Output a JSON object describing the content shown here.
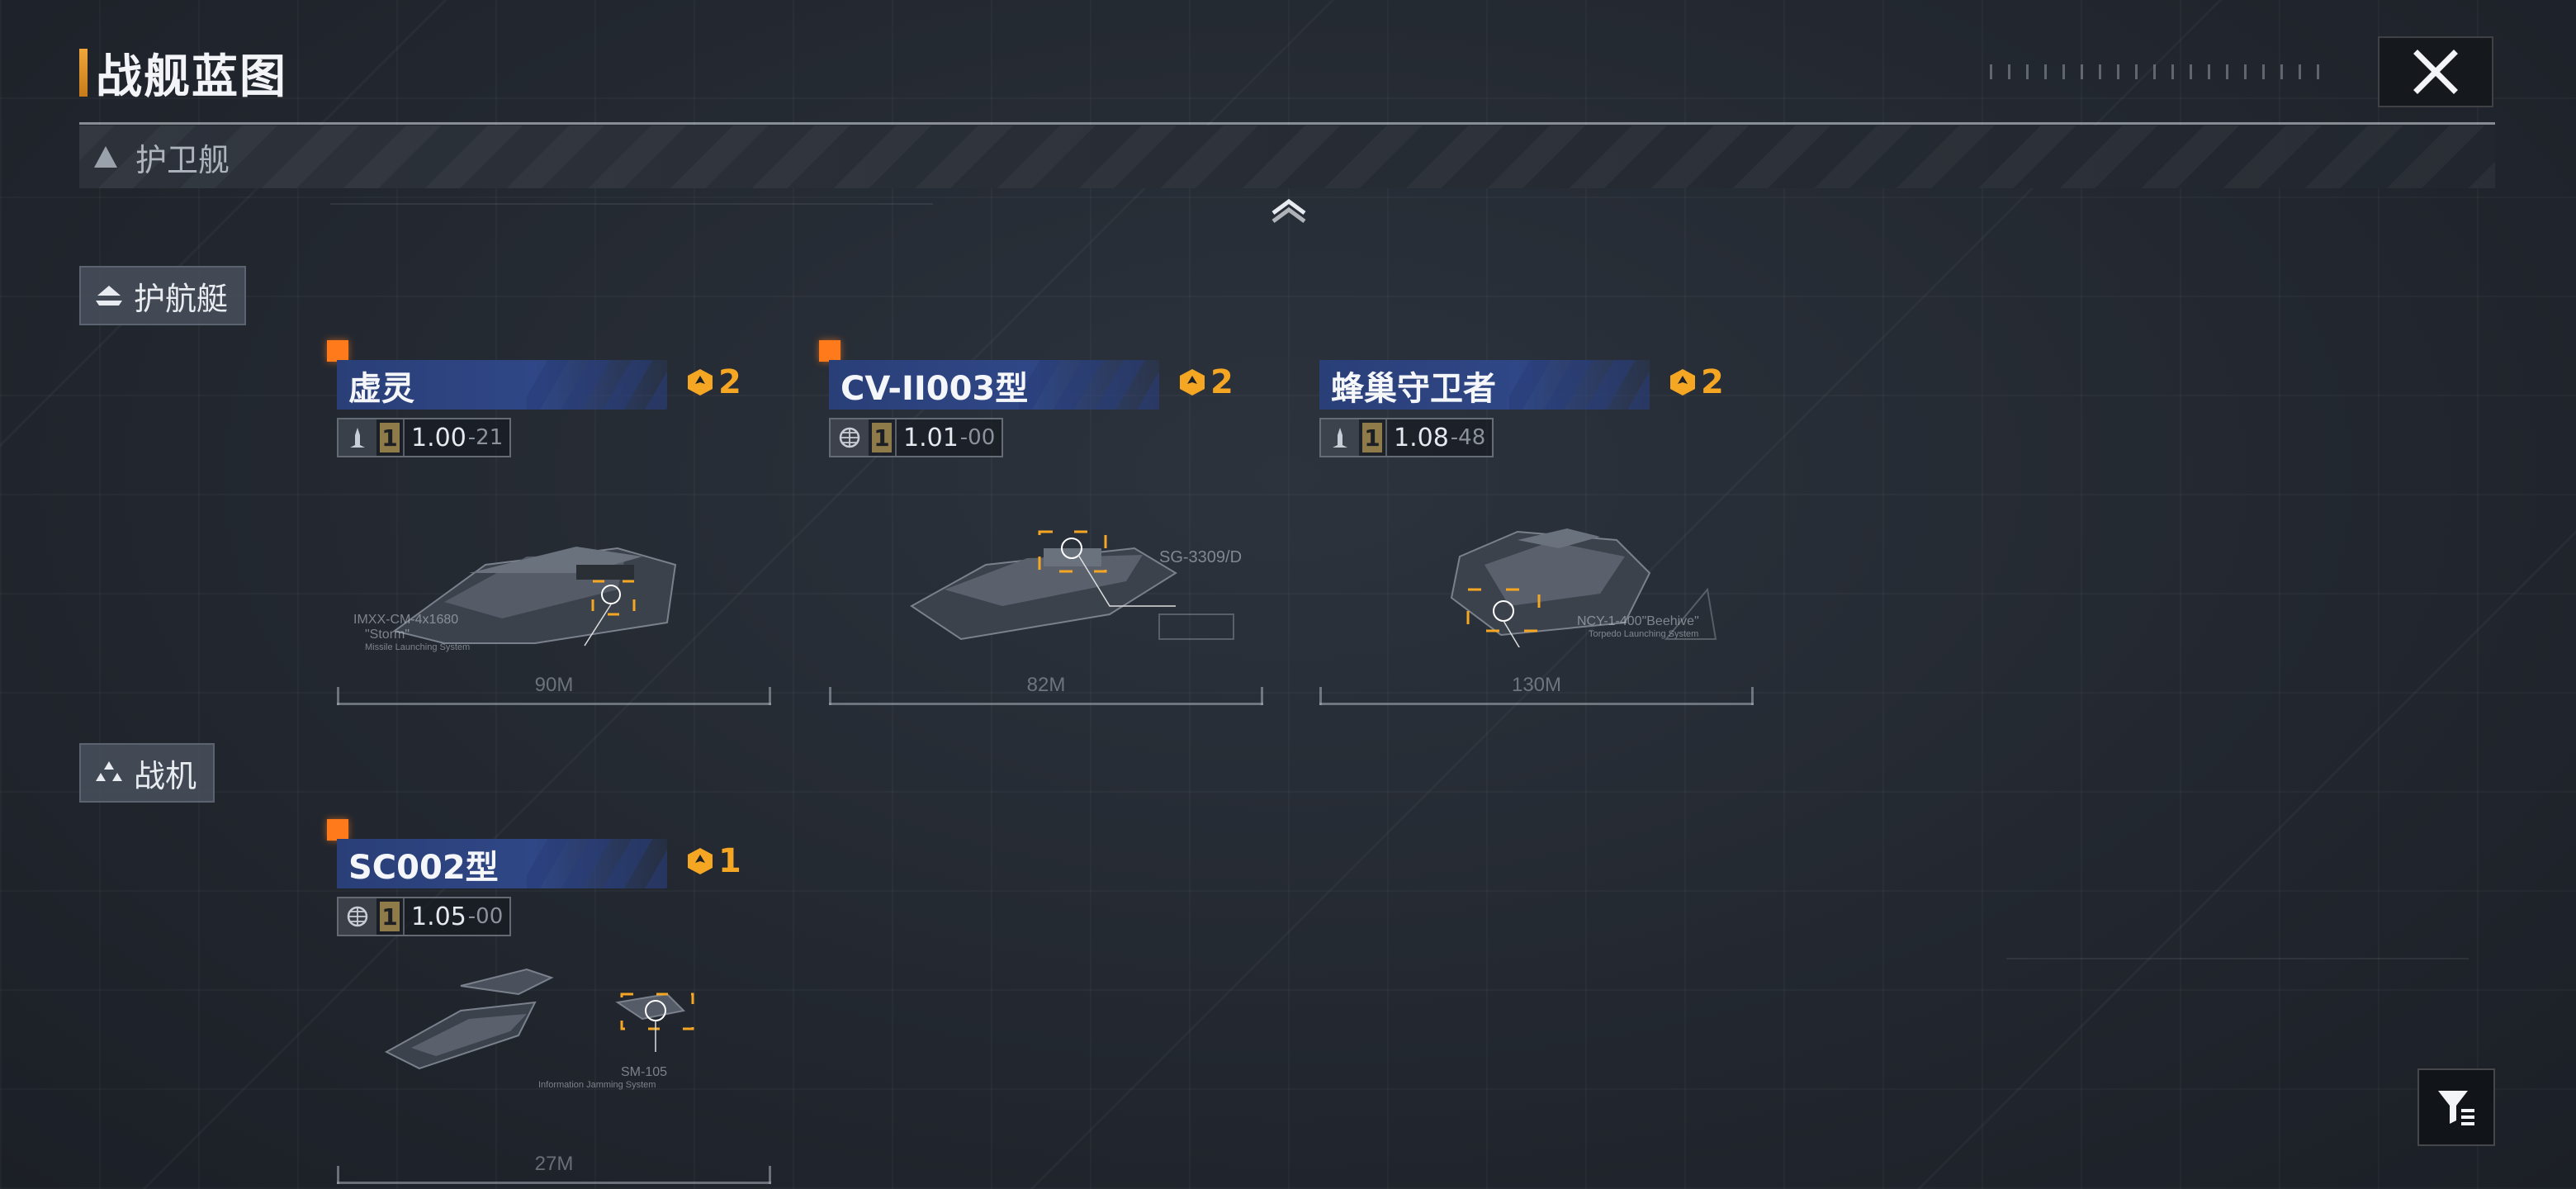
{
  "header": {
    "title": "战舰蓝图",
    "close_icon": "close-icon"
  },
  "collapsed_section": {
    "label": "护卫舰",
    "chevron_icon": "chevron-up-icon"
  },
  "sections": [
    {
      "label": "护航艇",
      "icon": "escort-icon",
      "ships": [
        {
          "name": "虚灵",
          "cost": "2",
          "stat_icon": "missile-icon",
          "level": "1",
          "value": "1.00",
          "value_sub": "-21",
          "length": "90M",
          "weapon_label": "IMXX-CM-4x1680",
          "weapon_sub": "\"Storm\"",
          "weapon_desc": "Missile Launching System"
        },
        {
          "name": "CV-II003型",
          "cost": "2",
          "stat_icon": "globe-icon",
          "level": "1",
          "value": "1.01",
          "value_sub": "-00",
          "length": "82M",
          "weapon_label": "SG-3309/D",
          "weapon_sub": "",
          "weapon_desc": ""
        },
        {
          "name": "蜂巢守卫者",
          "cost": "2",
          "stat_icon": "missile-icon",
          "level": "1",
          "value": "1.08",
          "value_sub": "-48",
          "length": "130M",
          "weapon_label": "NCY-1-400\"Beehive\"",
          "weapon_sub": "",
          "weapon_desc": "Torpedo Launching System"
        }
      ]
    },
    {
      "label": "战机",
      "icon": "fighter-icon",
      "ships": [
        {
          "name": "SC002型",
          "cost": "1",
          "stat_icon": "globe-icon",
          "level": "1",
          "value": "1.05",
          "value_sub": "-00",
          "length": "27M",
          "weapon_label": "SM-105",
          "weapon_sub": "",
          "weapon_desc": "Information Jamming System"
        }
      ]
    }
  ],
  "filter_icon": "filter-icon",
  "colors": {
    "accent_orange": "#f5a623",
    "rarity_orange": "#ff7a1a",
    "name_bar_blue": "#2f4786",
    "background": "#232830"
  }
}
